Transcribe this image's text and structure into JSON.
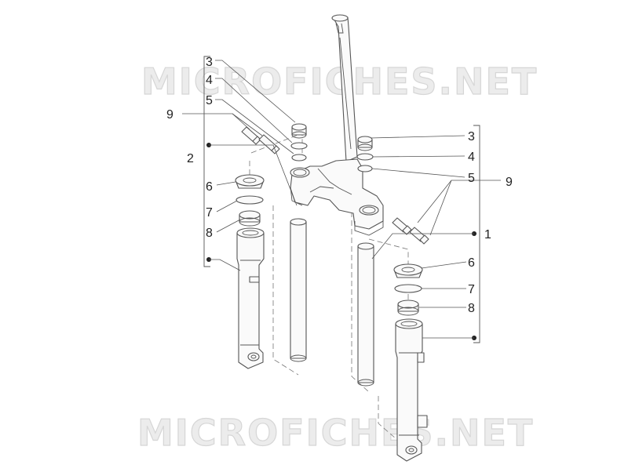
{
  "watermark": {
    "text": "MICROFICHES.NET"
  },
  "callouts": {
    "left": {
      "n3": "3",
      "n4": "4",
      "n5": "5",
      "n9": "9",
      "n2": "2",
      "n6": "6",
      "n7": "7",
      "n8": "8"
    },
    "right": {
      "n3": "3",
      "n4": "4",
      "n5": "5",
      "n9": "9",
      "n1": "1",
      "n6": "6",
      "n7": "7",
      "n8": "8"
    }
  },
  "colors": {
    "line": "#555555",
    "watermark": "#d6d6d6",
    "text": "#222222"
  }
}
